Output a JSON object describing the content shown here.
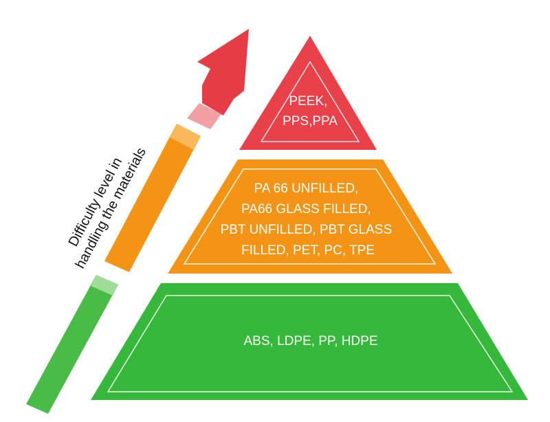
{
  "axis": {
    "line1": "Difficulty level in",
    "line2": "handling the materials"
  },
  "levels": [
    {
      "lines": [
        "PEEK,",
        "PPS,PPA"
      ],
      "color": "#e8414a"
    },
    {
      "lines": [
        "PA 66 UNFILLED,",
        "PA66 GLASS FILLED,",
        "PBT UNFILLED, PBT GLASS",
        "FILLED, PET, PC, TPE"
      ],
      "color": "#f39414"
    },
    {
      "lines": [
        "ABS, LDPE, PP, HDPE"
      ],
      "color": "#36b83a"
    }
  ],
  "arrow_colors": {
    "top": "#e63c45",
    "middle": "#f39414",
    "bottom": "#48bc46"
  }
}
